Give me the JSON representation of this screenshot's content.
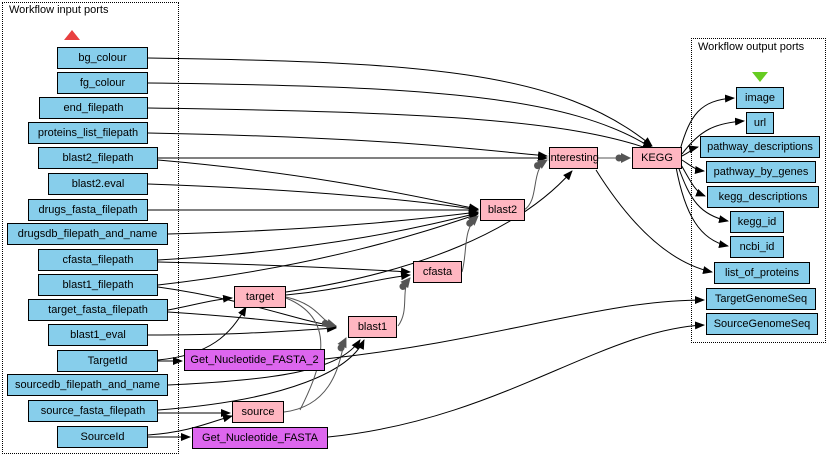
{
  "clusters": {
    "inputs_label": "Workflow input ports",
    "outputs_label": "Workflow output ports"
  },
  "colors": {
    "input_port": "#87ceeb",
    "output_port": "#87ceeb",
    "processor": "#ffb6c1",
    "service": "#dd66ee",
    "input_marker": "#e84040",
    "output_marker": "#66cc22"
  },
  "nodes": {
    "bg_colour": "bg_colour",
    "fg_colour": "fg_colour",
    "end_filepath": "end_filepath",
    "proteins_list_filepath": "proteins_list_filepath",
    "blast2_filepath": "blast2_filepath",
    "blast2_eval": "blast2.eval",
    "drugs_fasta_filepath": "drugs_fasta_filepath",
    "drugsdb_filepath_and_name": "drugsdb_filepath_and_name",
    "cfasta_filepath": "cfasta_filepath",
    "blast1_filepath": "blast1_filepath",
    "target_fasta_filepath": "target_fasta_filepath",
    "blast1_eval": "blast1_eval",
    "TargetId": "TargetId",
    "sourcedb_filepath_and_name": "sourcedb_filepath_and_name",
    "source_fasta_filepath": "source_fasta_filepath",
    "SourceId": "SourceId",
    "blast2": "blast2",
    "cfasta": "cfasta",
    "target": "target",
    "blast1": "blast1",
    "source": "source",
    "interesting": "interesting",
    "KEGG": "KEGG",
    "Get_Nucleotide_FASTA_2": "Get_Nucleotide_FASTA_2",
    "Get_Nucleotide_FASTA": "Get_Nucleotide_FASTA",
    "image": "image",
    "url": "url",
    "pathway_descriptions": "pathway_descriptions",
    "pathway_by_genes": "pathway_by_genes",
    "kegg_descriptions": "kegg_descriptions",
    "kegg_id": "kegg_id",
    "ncbi_id": "ncbi_id",
    "list_of_proteins": "list_of_proteins",
    "TargetGenomeSeq": "TargetGenomeSeq",
    "SourceGenomeSeq": "SourceGenomeSeq"
  }
}
